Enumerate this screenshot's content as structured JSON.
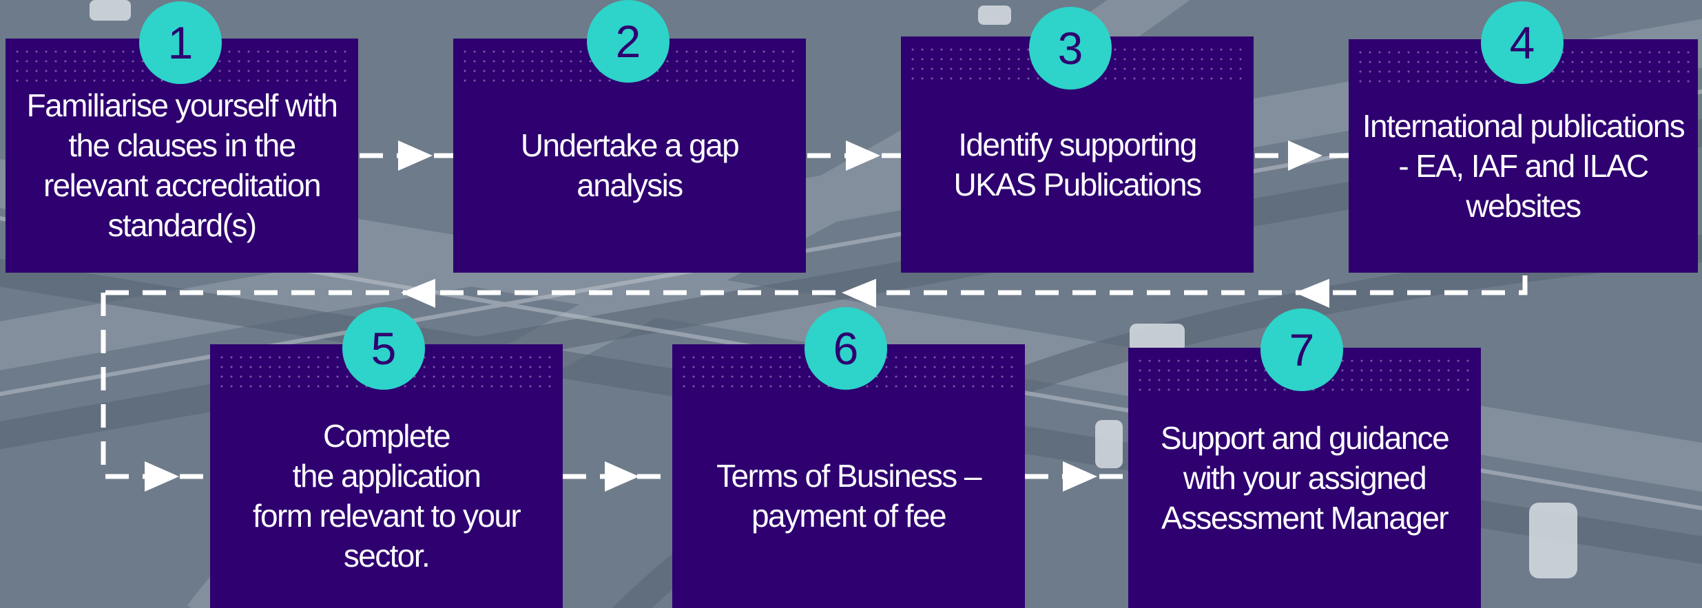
{
  "colors": {
    "card": "#2e0070",
    "badge": "#2ed3c9",
    "badge_text": "#2e0070",
    "connector": "#ffffff"
  },
  "steps": [
    {
      "number": "1",
      "text": "Familiarise yourself with\nthe clauses in the\nrelevant accreditation\nstandard(s)"
    },
    {
      "number": "2",
      "text": "Undertake a gap\nanalysis"
    },
    {
      "number": "3",
      "text": "Identify supporting\nUKAS Publications"
    },
    {
      "number": "4",
      "text": "International publications\n- EA, IAF and ILAC\nwebsites"
    },
    {
      "number": "5",
      "text": "Complete\nthe application\nform relevant to your\nsector."
    },
    {
      "number": "6",
      "text": "Terms of Business –\npayment of fee"
    },
    {
      "number": "7",
      "text": "Support and guidance\nwith your assigned\nAssessment Manager"
    }
  ]
}
